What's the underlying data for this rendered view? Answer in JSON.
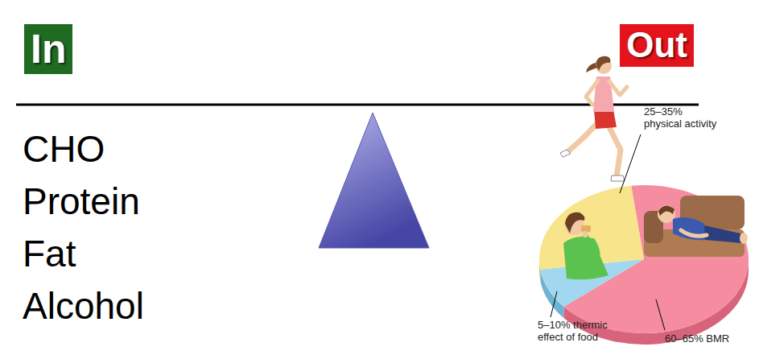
{
  "diagram": {
    "nodes": [
      {
        "text": [
          "In"
        ]
      },
      {
        "text": [
          "Out"
        ]
      }
    ],
    "labels": [
      "CHO",
      "Protein",
      "Fat",
      "Alcohol",
      "25–35% physical activity",
      "5–10% thermic effect of food",
      "60–65% BMR"
    ]
  }
}
